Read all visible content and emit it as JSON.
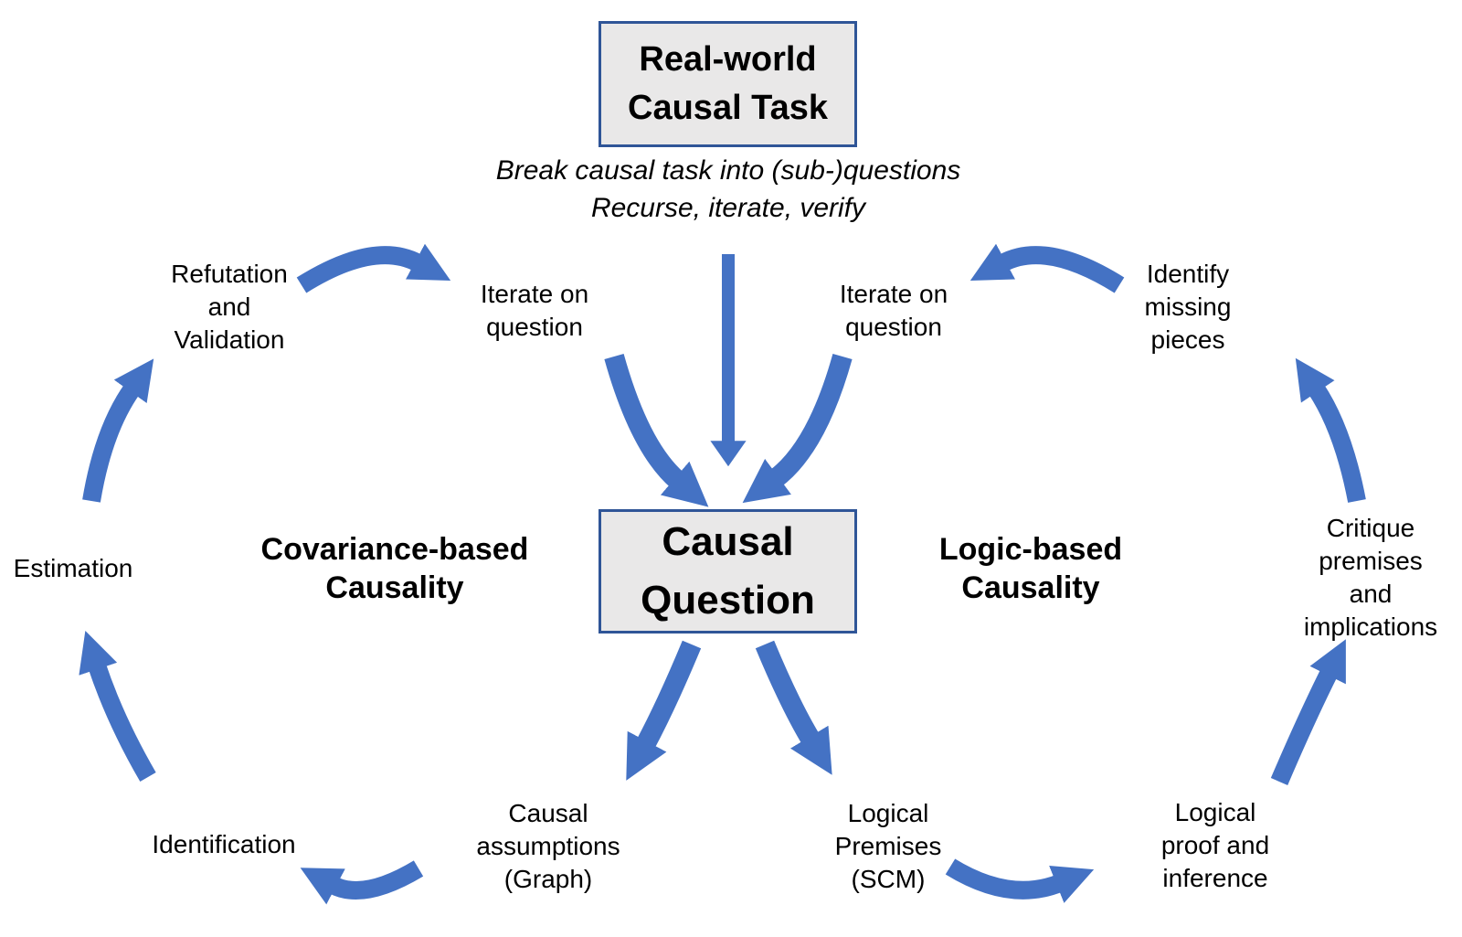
{
  "colors": {
    "arrow": "#4472C4",
    "box_fill": "#E9E8E8",
    "box_border": "#2F5597",
    "text": "#000000",
    "background": "#FFFFFF"
  },
  "top_box": {
    "label": "Real-world\nCausal Task"
  },
  "subtitle": "Break causal task into (sub-)questions\nRecurse, iterate, verify",
  "center_box": {
    "label": "Causal\nQuestion"
  },
  "left_cycle": {
    "title": "Covariance-based\nCausality",
    "nodes": {
      "refutation_validation": "Refutation\nand\nValidation",
      "iterate_on_question": "Iterate on\nquestion",
      "estimation": "Estimation",
      "identification": "Identification",
      "causal_assumptions": "Causal\nassumptions\n(Graph)"
    }
  },
  "right_cycle": {
    "title": "Logic-based\nCausality",
    "nodes": {
      "iterate_on_question": "Iterate on\nquestion",
      "identify_missing_pieces": "Identify\nmissing\npieces",
      "critique_premises": "Critique\npremises\nand\nimplications",
      "logical_proof_inference": "Logical\nproof and\ninference",
      "logical_premises_scm": "Logical\nPremises\n(SCM)"
    }
  }
}
